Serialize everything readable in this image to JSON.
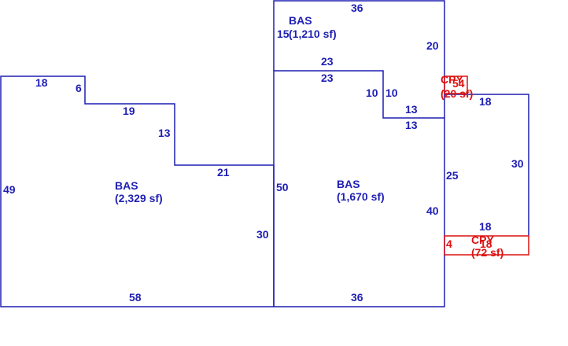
{
  "colors": {
    "main": "#1f1fb4",
    "carport": "#dd1111",
    "background": "#ffffff"
  },
  "areas": [
    {
      "code": "BAS",
      "size": "(2,329 sf)"
    },
    {
      "code": "BAS",
      "size": "(1,670 sf)"
    },
    {
      "code": "BAS",
      "size": "(1,210 sf)"
    },
    {
      "code": "CPY",
      "size": "(20 sf)"
    },
    {
      "code": "CPY",
      "size": "(72 sf)"
    }
  ],
  "dimensions": {
    "left_top": "18",
    "left_step1": "6",
    "left_step2": "19",
    "left_step3": "13",
    "left_step4": "21",
    "left_side": "49",
    "left_inner": "30",
    "left_bottom": "58",
    "mid_left": "50",
    "mid_top": "23",
    "mid_step1": "10",
    "mid_step1_inner": "10",
    "mid_step2": "13",
    "mid_step2_inner": "13",
    "mid_right": "25",
    "mid_right_lower": "40",
    "mid_bottom": "36",
    "upper_top": "36",
    "upper_left": "15",
    "upper_right": "20",
    "upper_bottom": "23",
    "cpy1_side": "54",
    "right_top": "18",
    "right_side": "30",
    "right_bottom": "18",
    "cpy2_left": "4",
    "cpy2_inner": "18"
  }
}
